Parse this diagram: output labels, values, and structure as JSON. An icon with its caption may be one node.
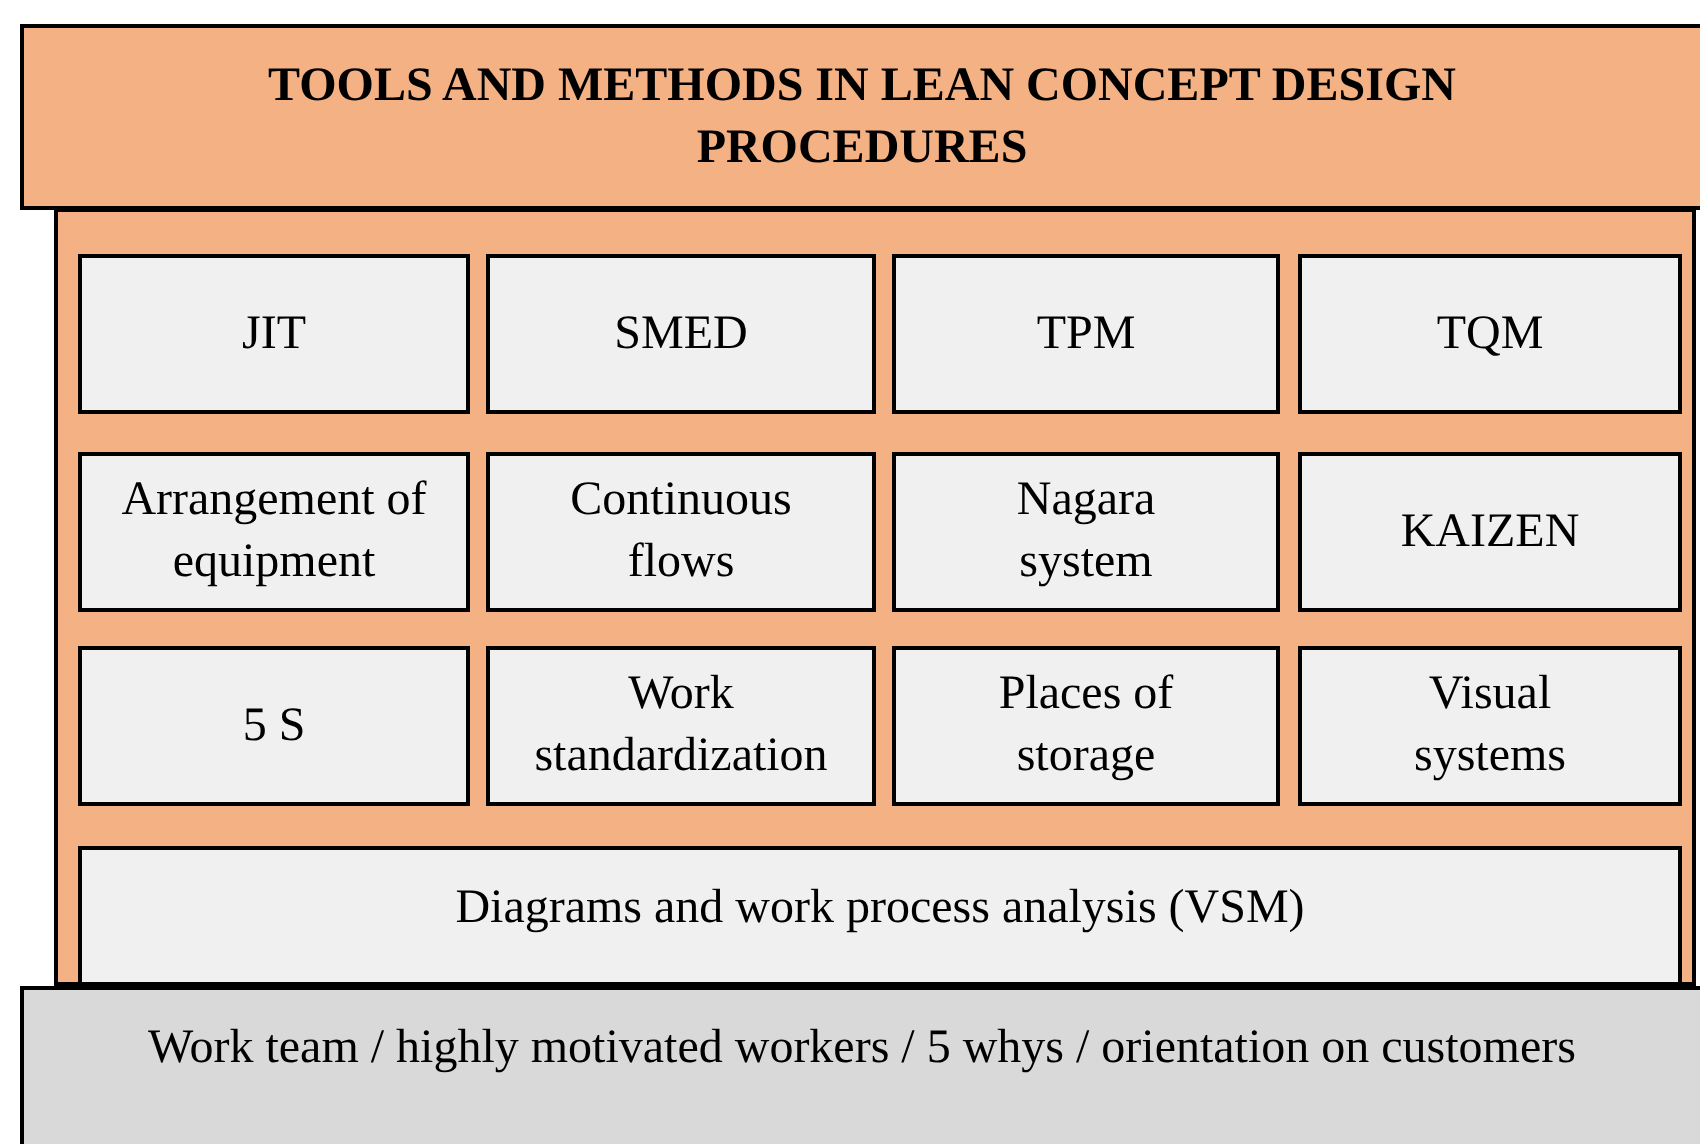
{
  "diagram": {
    "nodes": [
      {
        "text": [
          "TOOLS AND METHODS IN LEAN CONCEPT DESIGN PROCEDURES"
        ]
      },
      {
        "text": [],
        "shape": "box"
      },
      {
        "text": [
          "JIT"
        ],
        "in": 1
      },
      {
        "text": [
          "SMED"
        ],
        "in": 1
      },
      {
        "text": [
          "TPM"
        ],
        "in": 1
      },
      {
        "text": [
          "TQM"
        ],
        "in": 1
      },
      {
        "text": [
          "Arrangement of equipment"
        ],
        "in": 1
      },
      {
        "text": [
          "Continuous flows"
        ],
        "in": 1
      },
      {
        "text": [
          "Nagara system"
        ],
        "in": 1
      },
      {
        "text": [
          "KAIZEN"
        ],
        "in": 1
      },
      {
        "text": [
          "5 S"
        ],
        "in": 1
      },
      {
        "text": [
          "Work standardization"
        ],
        "in": 1
      },
      {
        "text": [
          "Places of storage"
        ],
        "in": 1
      },
      {
        "text": [
          "Visual systems"
        ],
        "in": 1
      },
      {
        "text": [
          "Diagrams and work process analysis (VSM)"
        ],
        "in": 1
      },
      {
        "text": [
          "Work team / highly motivated workers / 5 whys / orientation on customers"
        ]
      }
    ]
  }
}
